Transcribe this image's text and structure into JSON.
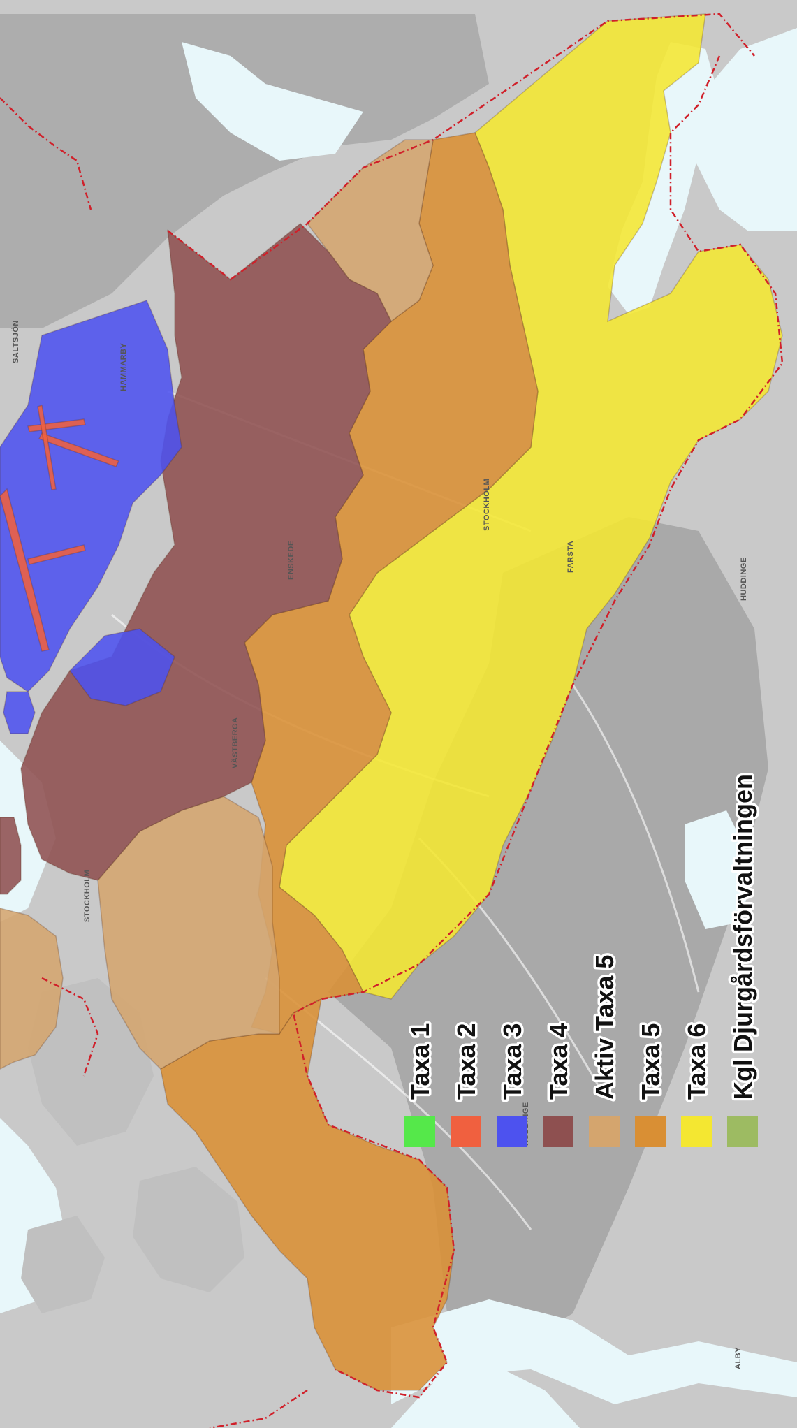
{
  "colors": {
    "water": "#e8f7fa",
    "land": "#c9c9c9",
    "urban": "#a9a9a9",
    "taxa1": "#55e84a",
    "taxa2": "#f0603f",
    "taxa3": "#4d52ef",
    "taxa4": "#8e5050",
    "aktiv_taxa5": "#d4a56e",
    "taxa5": "#d98f34",
    "taxa6": "#f4e731",
    "kgl": "#9dbb62",
    "boundary": "#d0202a"
  },
  "legend": {
    "items": [
      {
        "label": "Taxa 1",
        "color_key": "taxa1"
      },
      {
        "label": "Taxa 2",
        "color_key": "taxa2"
      },
      {
        "label": "Taxa 3",
        "color_key": "taxa3"
      },
      {
        "label": "Taxa 4",
        "color_key": "taxa4"
      },
      {
        "label": "Aktiv Taxa 5",
        "color_key": "aktiv_taxa5"
      },
      {
        "label": "Taxa 5",
        "color_key": "taxa5"
      },
      {
        "label": "Taxa 6",
        "color_key": "taxa6"
      },
      {
        "label": "Kgl Djurgårdsförvaltningen",
        "color_key": "kgl"
      }
    ]
  },
  "places": {
    "stockholm_center": "STOCKHOLM",
    "stockholm_mid": "STOCKHOLM",
    "huddinge_north": "HUDDINGE",
    "huddinge_south": "HUDDINGE",
    "saltsjon": "SALTSJÖN",
    "hammarby": "HAMMARBY",
    "farsta": "FARSTA",
    "alby": "ALBY",
    "vastberga": "VÄSTBERGA",
    "enskede": "ENSKEDE"
  }
}
